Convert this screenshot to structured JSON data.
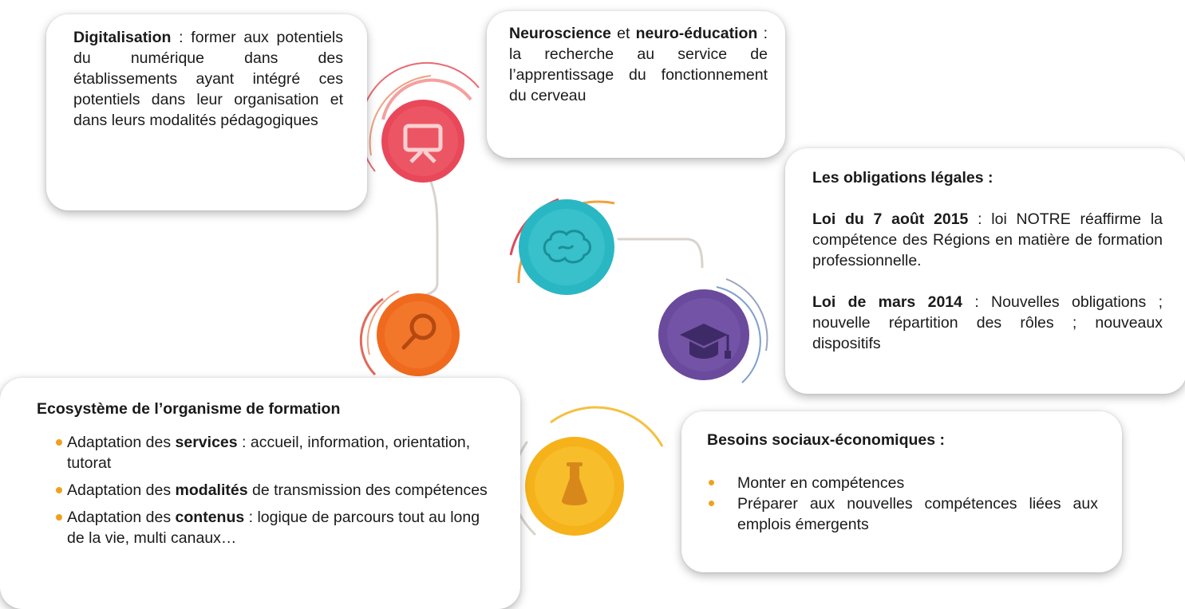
{
  "digital": {
    "term": "Digitalisation",
    "text": " :   former aux potentiels du numérique dans des établissements ayant intégré ces potentiels dans leur organisation et dans leurs modalités pédagogiques"
  },
  "neuro": {
    "term1": "Neuroscience",
    "mid": " et ",
    "term2": "neuro-éducation",
    "text": " : la recherche au service de l’apprentissage du fonctionnement du cerveau"
  },
  "obligations": {
    "title": "Les obligations légales :",
    "law1_term": "Loi du 7 août 2015",
    "law1_text": " : loi NOTRE réaffirme la compétence des Régions en matière de formation professionnelle.",
    "law2_term": "Loi de mars 2014",
    "law2_text": " :  Nouvelles obligations ; nouvelle répartition des rôles ; nouveaux dispositifs"
  },
  "ecosysteme": {
    "title": "Ecosystème de l’organisme de formation",
    "items": [
      {
        "pre": "Adaptation des ",
        "term": "services",
        "post": " : accueil, information, orientation, tutorat"
      },
      {
        "pre": "Adaptation des ",
        "term": "modalités",
        "post": " de transmission des compétences"
      },
      {
        "pre": "Adaptation des ",
        "term": "contenus",
        "post": " : logique de parcours tout au long de la  vie, multi canaux…"
      }
    ]
  },
  "besoins": {
    "title": "Besoins sociaux-économiques :",
    "items": [
      "Monter en compétences",
      "Préparer aux nouvelles compétences liées aux emplois émergents"
    ]
  },
  "icons": [
    {
      "name": "presentation-board-icon",
      "color": "#e8485a"
    },
    {
      "name": "brain-icon",
      "color": "#2ab7c4"
    },
    {
      "name": "graduation-cap-icon",
      "color": "#6a4a9c"
    },
    {
      "name": "magnifier-icon",
      "color": "#f06a1e"
    },
    {
      "name": "flask-icon",
      "color": "#f5b21a"
    }
  ]
}
